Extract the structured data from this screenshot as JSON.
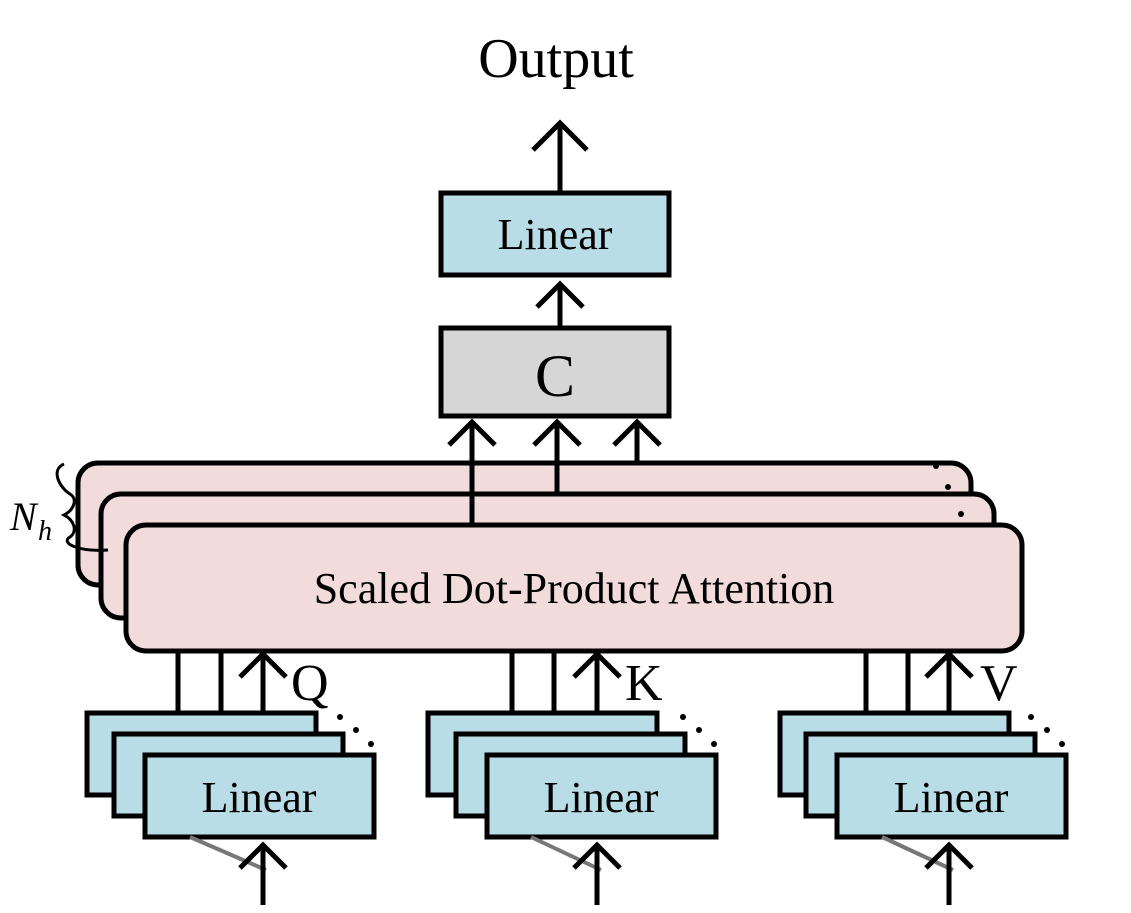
{
  "title": "Output",
  "top_linear": "Linear",
  "concat_label": "C",
  "attention_label": "Scaled Dot-Product Attention",
  "heads_label": {
    "main": "N",
    "sub": "h"
  },
  "branches": [
    {
      "input": "Q",
      "label": "Linear"
    },
    {
      "input": "K",
      "label": "Linear"
    },
    {
      "input": "V",
      "label": "Linear"
    }
  ],
  "colors": {
    "linear_fill": "#b9dde7",
    "concat_fill": "#d6d6d6",
    "attention_fill": "#f2dcdb",
    "stroke": "#000000"
  }
}
